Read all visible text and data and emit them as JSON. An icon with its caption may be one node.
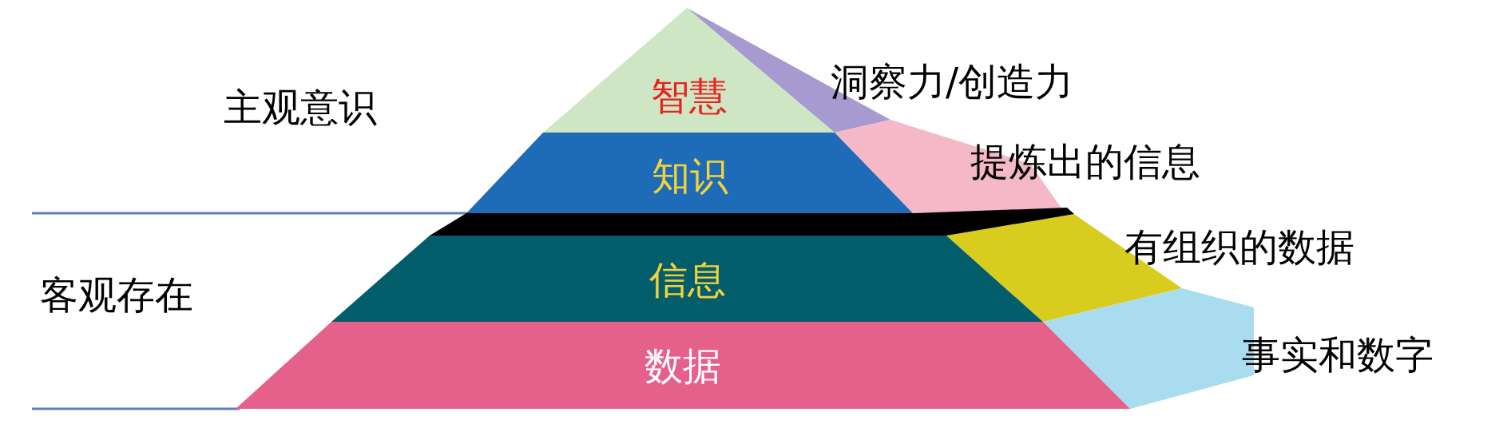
{
  "diagram": {
    "nodes": [
      {
        "text": [
          "智慧"
        ],
        "beside": [
          "洞察力/创造力"
        ]
      },
      {
        "text": [
          "知识"
        ],
        "beside": [
          "提炼出的信息"
        ]
      },
      {
        "text": [
          "信息"
        ],
        "beside": [
          "有组织的数据"
        ]
      },
      {
        "text": [
          "数据"
        ],
        "beside": [
          "事实和数字"
        ]
      }
    ],
    "labels": [
      "主观意识",
      "客观存在"
    ]
  }
}
